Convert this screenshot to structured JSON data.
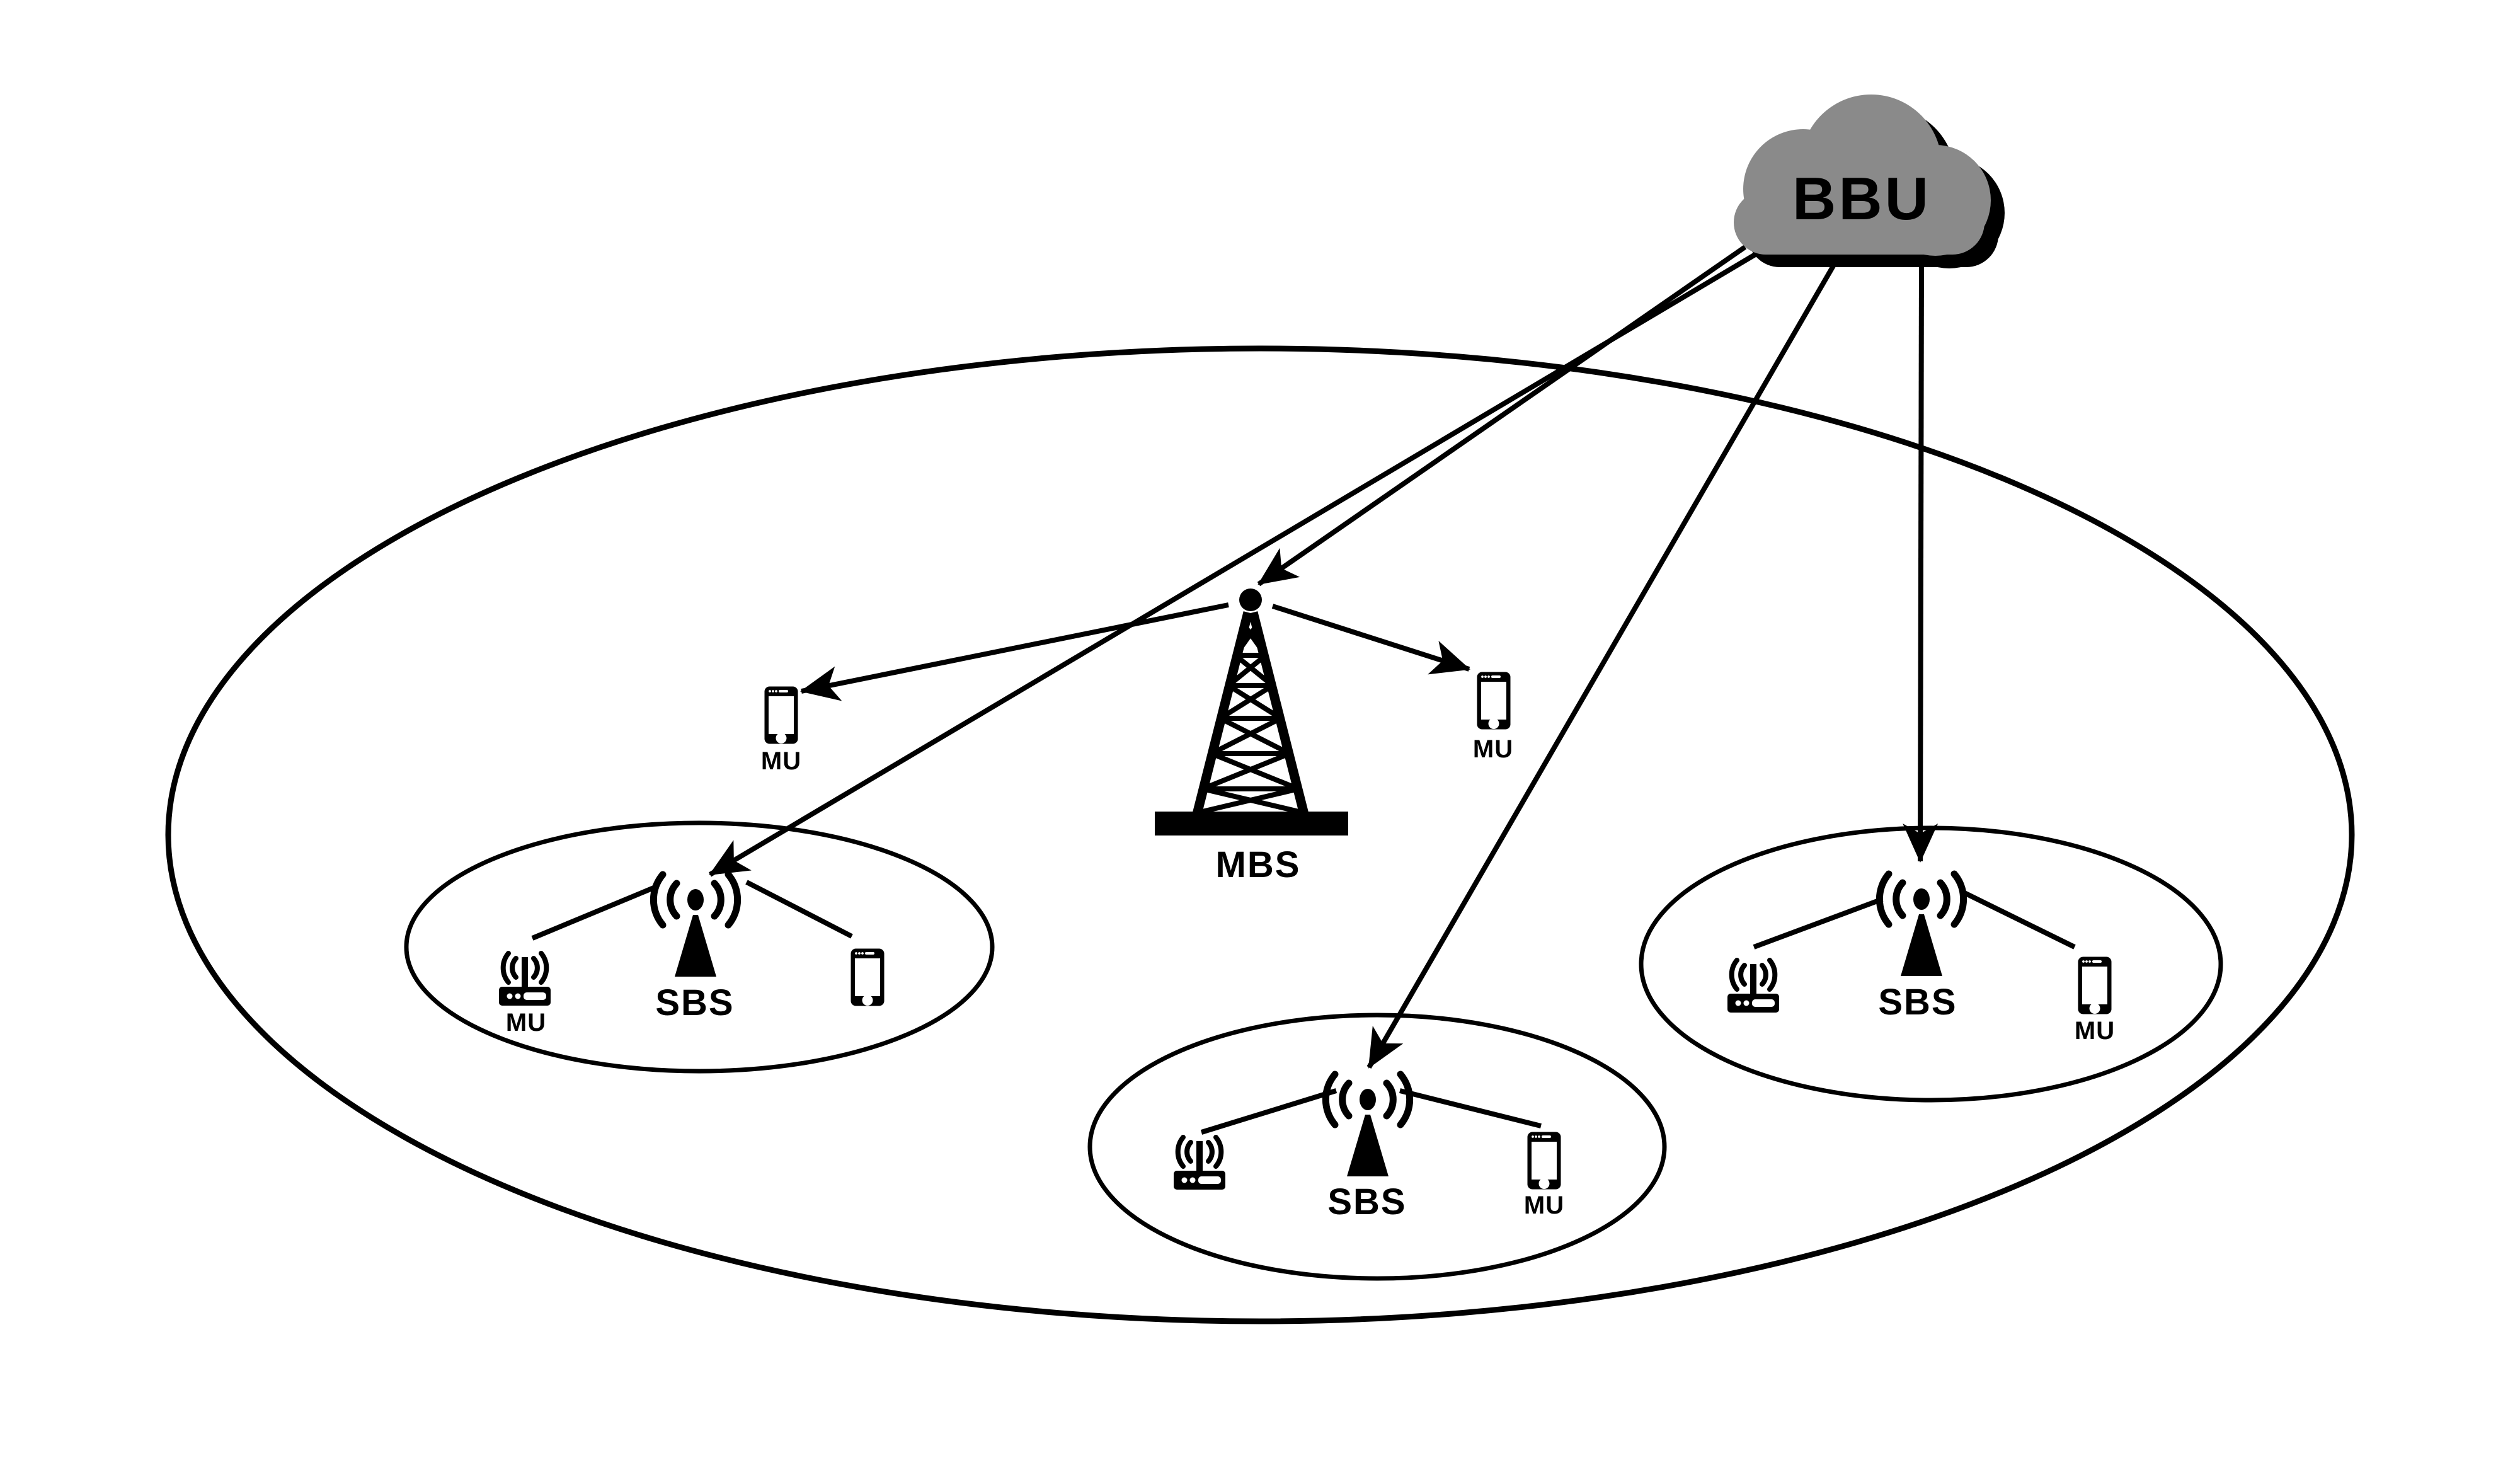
{
  "cloud": {
    "label": "BBU"
  },
  "macro": {
    "station_label": "MBS",
    "left_user_label": "MU",
    "right_user_label": "MU"
  },
  "cells": {
    "left": {
      "station_label": "SBS",
      "router_label": "MU"
    },
    "middle": {
      "station_label": "SBS",
      "phone_label": "MU"
    },
    "right": {
      "station_label": "SBS",
      "phone_label": "MU"
    }
  },
  "colors": {
    "ink": "#000000",
    "cloud_gray": "#8a8a8a",
    "cloud_text": "#ffffff",
    "background": "#ffffff"
  }
}
